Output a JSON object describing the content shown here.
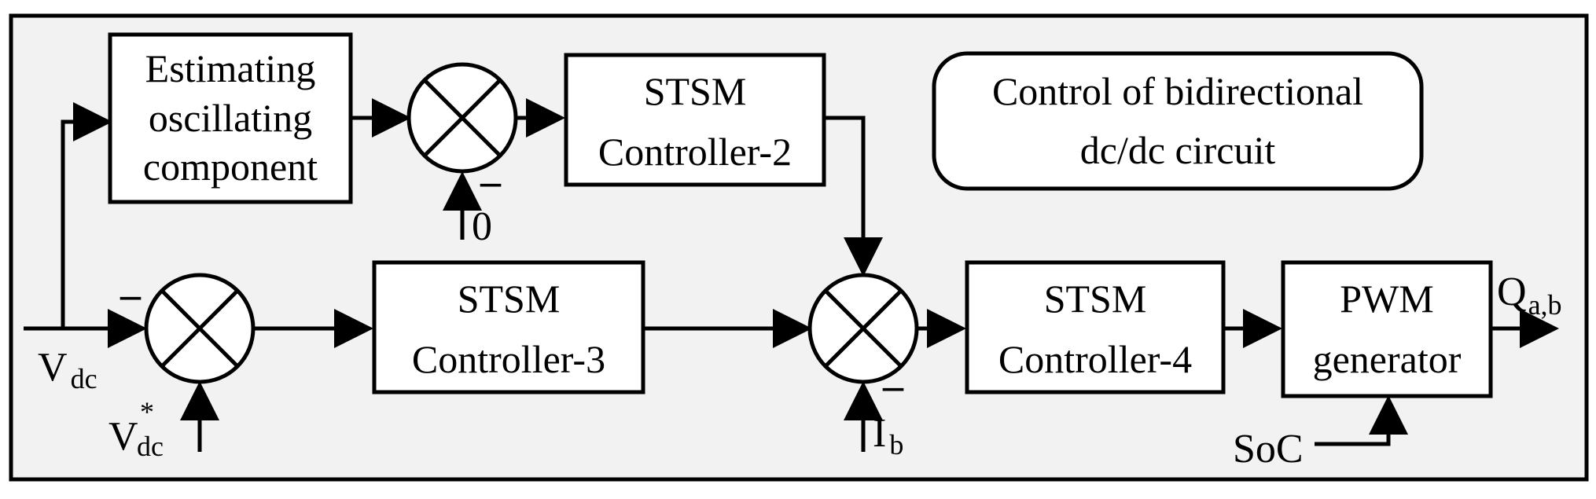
{
  "blocks": {
    "estimator": {
      "lines": [
        "Estimating",
        "oscillating",
        "component"
      ]
    },
    "controller2": {
      "lines": [
        "STSM",
        "Controller-2"
      ]
    },
    "controller3": {
      "lines": [
        "STSM",
        "Controller-3"
      ]
    },
    "controller4": {
      "lines": [
        "STSM",
        "Controller-4"
      ]
    },
    "pwm": {
      "lines": [
        "PWM",
        "generator"
      ]
    }
  },
  "title": {
    "lines": [
      "Control of bidirectional",
      "dc/dc circuit"
    ],
    "color": "#ff0000"
  },
  "signals": {
    "vdc": {
      "main": "V",
      "sub": "dc"
    },
    "vdc_ref": {
      "main": "V",
      "sup": "*",
      "sub": "dc"
    },
    "zero": "0",
    "ib": {
      "main": "I",
      "sub": "b"
    },
    "soc": "SoC",
    "q": {
      "main": "Q",
      "sub": "a,b"
    }
  },
  "signs": {
    "sum1_minus": "–",
    "sum2_minus": "–",
    "sum3_minus": "–"
  },
  "colors": {
    "line": "#000000",
    "panel_background": "#f2f2f2",
    "block_fill": "#ffffff"
  }
}
